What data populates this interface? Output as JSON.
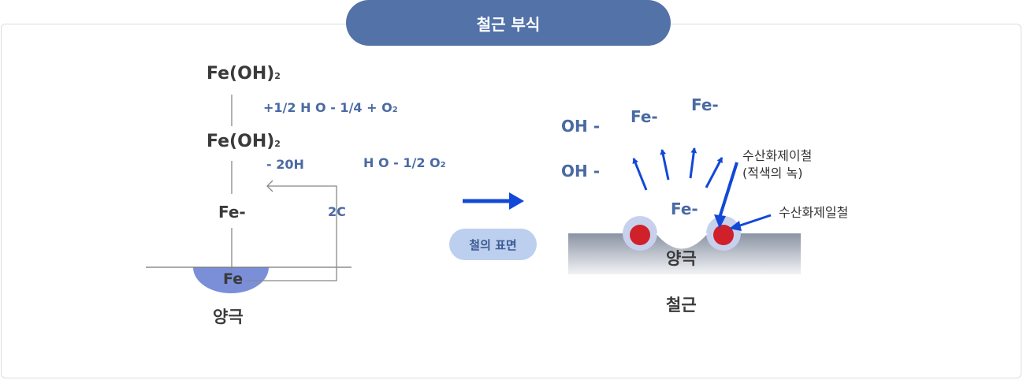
{
  "title": "철근 부식",
  "left_diagram": {
    "fe_oh_top": "Fe(OH)",
    "fe_oh_top_sub": "2",
    "reaction_1": "+1/2 H  O - 1/4 + O",
    "reaction_1_sub": "2",
    "fe_oh_mid": "Fe(OH)",
    "fe_oh_mid_sub": "2",
    "reaction_2": "- 20H",
    "reaction_3": "H  O - 1/2 O",
    "reaction_3_sub": "2",
    "fe_ion": "Fe-",
    "electrons": "2C",
    "fe": "Fe",
    "anode": "양극"
  },
  "middle": {
    "surface_label": "철의 표면"
  },
  "right_diagram": {
    "oh_1": "OH -",
    "oh_2": "OH -",
    "fe_ion_1": "Fe-",
    "fe_ion_2": "Fe-",
    "fe_ion_3": "Fe-",
    "ferric_label_line1": "수산화제이철",
    "ferric_label_line2": "(적색의 녹)",
    "ferrous_label": "수산화제일철",
    "anode": "양극",
    "rebar": "철근"
  },
  "colors": {
    "title_bg": "#5272a8",
    "arrow_blue": "#1248d8",
    "rust_red": "#d0202a",
    "anode_blue": "#7a8fd8"
  }
}
